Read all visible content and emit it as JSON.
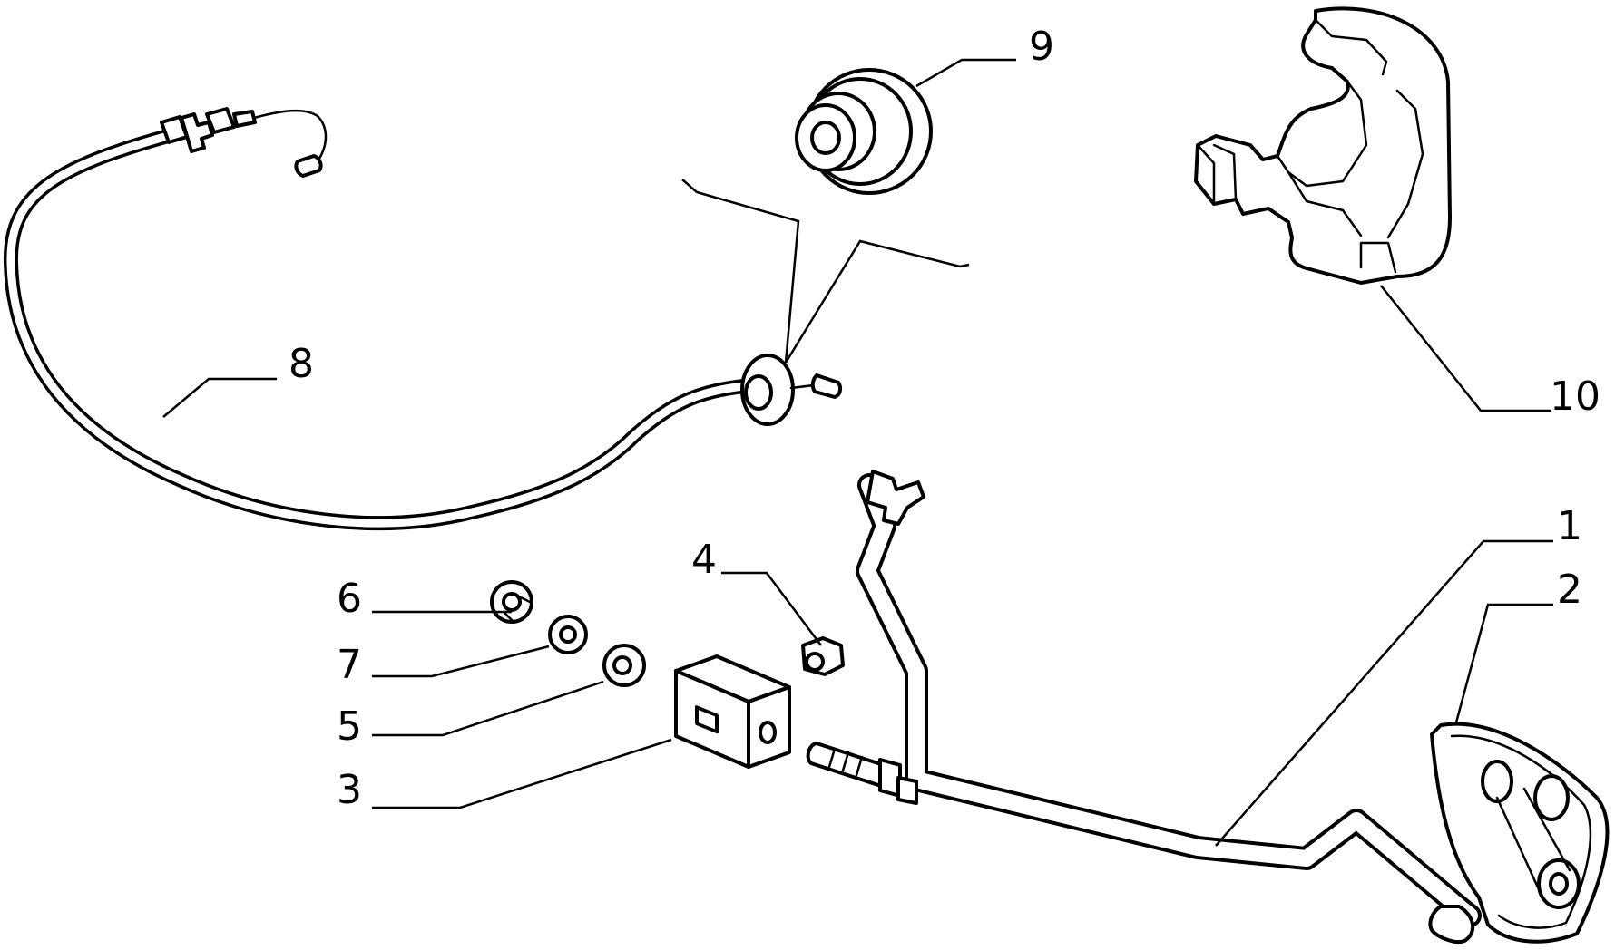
{
  "diagram": {
    "callouts": [
      {
        "id": "1",
        "text": "1"
      },
      {
        "id": "2",
        "text": "2"
      },
      {
        "id": "3",
        "text": "3"
      },
      {
        "id": "4",
        "text": "4"
      },
      {
        "id": "5",
        "text": "5"
      },
      {
        "id": "6",
        "text": "6"
      },
      {
        "id": "7",
        "text": "7"
      },
      {
        "id": "8",
        "text": "8"
      },
      {
        "id": "9",
        "text": "9"
      },
      {
        "id": "10",
        "text": "10"
      }
    ]
  }
}
